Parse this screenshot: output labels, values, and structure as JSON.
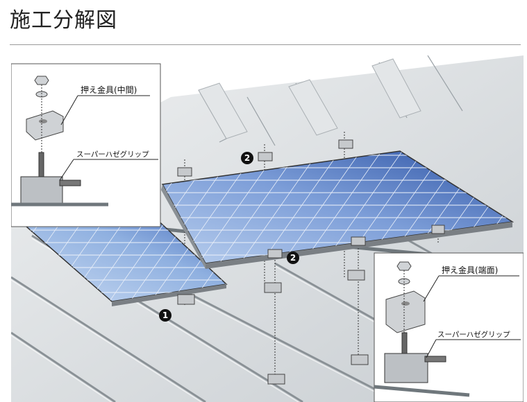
{
  "title": "施工分解図",
  "inset_middle": {
    "clamp_label": "押え金具(中間)",
    "grip_label": "スーパーハゼグリップ"
  },
  "inset_end": {
    "clamp_label": "押え金具(端面)",
    "grip_label": "スーパーハゼグリップ"
  },
  "markers": {
    "one": "1",
    "two": "2"
  },
  "colors": {
    "panel_dark": "#3a5fae",
    "panel_light": "#a9c3ea",
    "roof": "#d9dde0",
    "badge": "#111111"
  }
}
